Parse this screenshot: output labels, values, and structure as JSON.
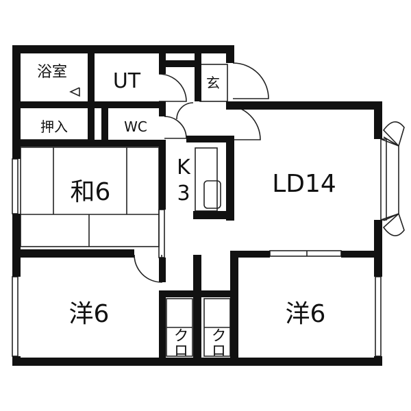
{
  "rooms": {
    "bath": "浴室",
    "utility": "UT",
    "entrance": "玄",
    "closet_oshiire": "押入",
    "toilet": "WC",
    "kitchen_k": "K",
    "kitchen_size": "3",
    "living_dining": "LD14",
    "japanese_room": "和6",
    "western_room_left": "洋6",
    "western_room_right": "洋6",
    "closet_left": "クロ",
    "closet_right": "クロ"
  },
  "colors": {
    "wall": "#111111",
    "background": "#ffffff",
    "thin_line": "#222222"
  }
}
